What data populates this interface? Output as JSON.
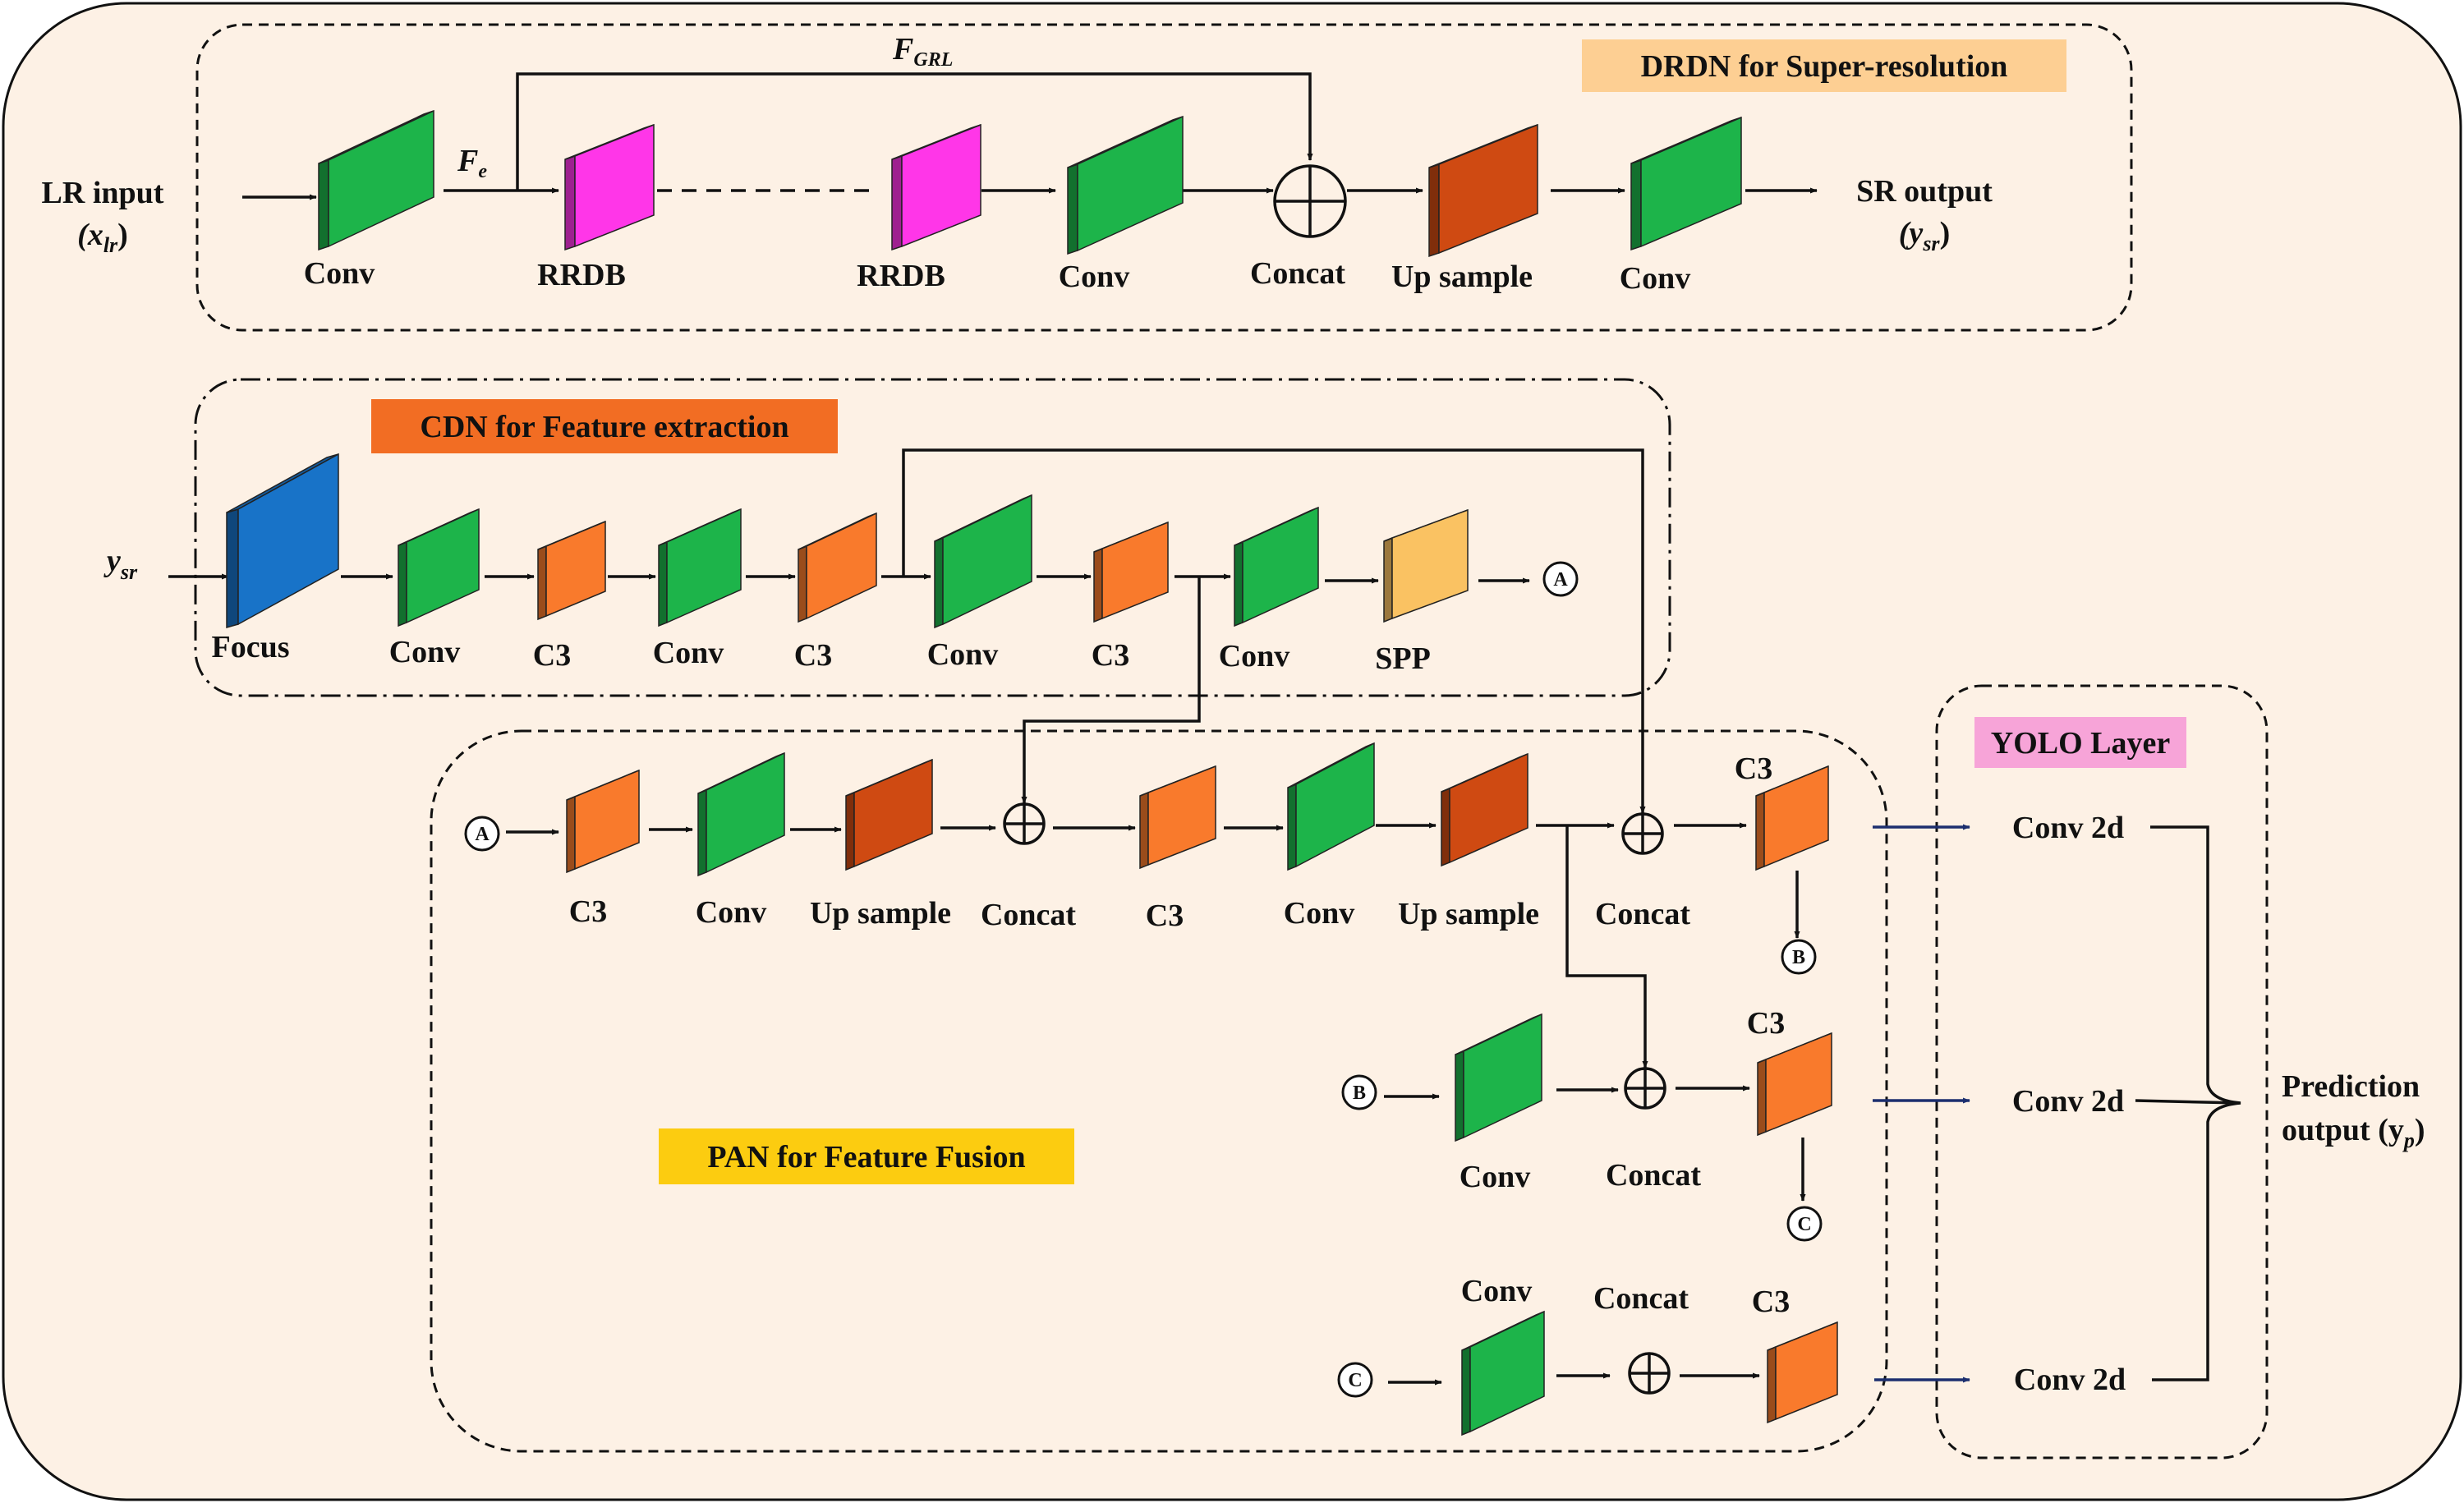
{
  "colors": {
    "background": "#fdf1e5",
    "conv": "#1db44a",
    "c3": "#f97a2c",
    "upsample": "#cf4a12",
    "rrdb": "#ff36e8",
    "focus": "#1873c8",
    "spp": "#fac262",
    "drdn_title_bg": "#fdcf93",
    "cdn_title_bg": "#f26d23",
    "pan_title_bg": "#fccc10",
    "yolo_title_bg": "#f7a4d8",
    "yolo_arrow": "#1c2f6f"
  },
  "titles": {
    "drdn": "DRDN for Super-resolution",
    "cdn": "CDN for Feature extraction",
    "pan": "PAN for Feature Fusion",
    "yolo": "YOLO Layer"
  },
  "io": {
    "lr_input": "LR input",
    "lr_input_sym": "(x",
    "lr_input_sub": "lr",
    "lr_input_close": ")",
    "fe": "F",
    "fe_sub": "e",
    "fgrl": "F",
    "fgrl_sub": "GRL",
    "sr_output": "SR output",
    "sr_output_sym": "(y",
    "sr_output_sub": "sr",
    "sr_output_close": ")",
    "ysr": "y",
    "ysr_sub": "sr",
    "prediction_1": "Prediction",
    "prediction_2": "output (y",
    "prediction_sub": "p",
    "prediction_close": ")"
  },
  "labels": {
    "drdn": [
      "Conv",
      "RRDB",
      "RRDB",
      "Conv",
      "Concat",
      "Up sample",
      "Conv"
    ],
    "cdn": [
      "Focus",
      "Conv",
      "C3",
      "Conv",
      "C3",
      "Conv",
      "C3",
      "Conv",
      "SPP"
    ],
    "pan_row1": [
      "C3",
      "Conv",
      "Up sample",
      "Concat",
      "C3",
      "Conv",
      "Up sample",
      "Concat",
      "C3"
    ],
    "pan_row2": [
      "Conv",
      "Concat",
      "C3"
    ],
    "pan_row3": [
      "Conv",
      "Concat",
      "C3"
    ],
    "yolo": [
      "Conv 2d",
      "Conv 2d",
      "Conv 2d"
    ]
  },
  "connectors": {
    "a": "A",
    "b": "B",
    "c": "C"
  }
}
